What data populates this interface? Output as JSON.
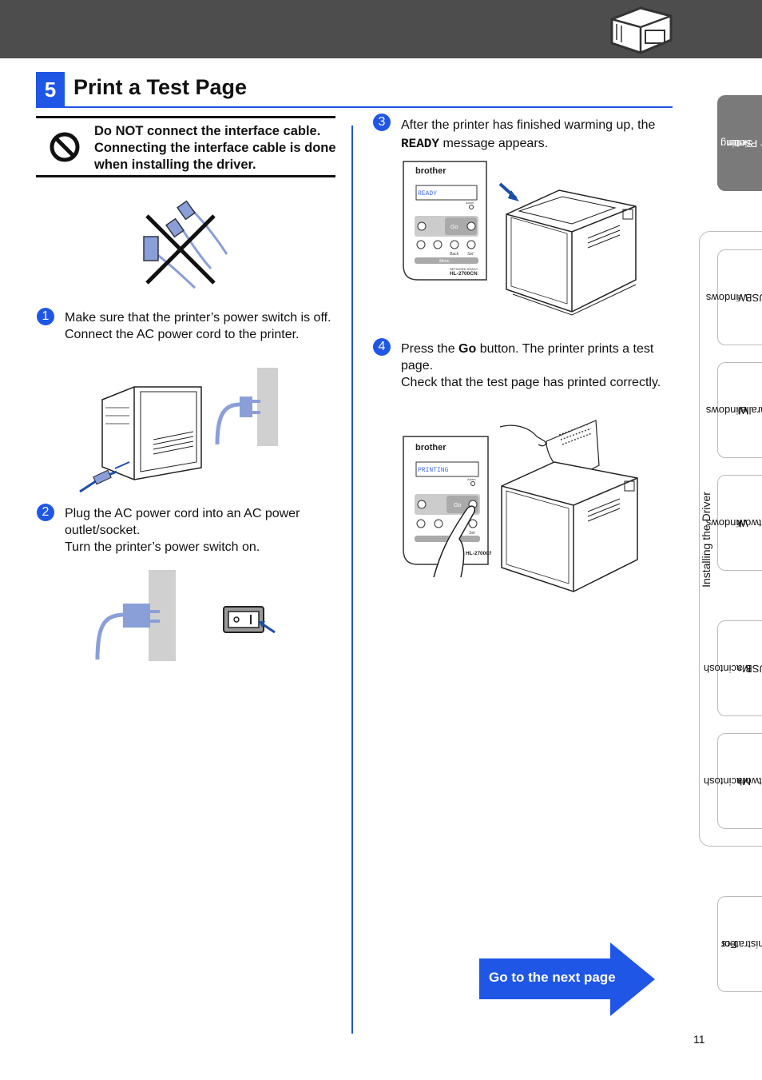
{
  "header": {
    "icon": "printer-icon"
  },
  "section": {
    "number": "5",
    "title": "Print a Test Page"
  },
  "warning": {
    "icon": "prohibited-icon",
    "text": "Do NOT connect the interface cable. Connecting the interface cable is done when installing the driver."
  },
  "steps": [
    {
      "number": "1",
      "lines": [
        "Make sure that the printer’s power switch is off.",
        "Connect the AC power cord to the printer."
      ]
    },
    {
      "number": "2",
      "lines": [
        "Plug the AC power cord into an AC power outlet/socket.",
        "Turn the printer’s power switch on."
      ]
    },
    {
      "number": "3",
      "before": "After the printer has finished warming up, the ",
      "code": "READY",
      "after": " message appears."
    },
    {
      "number": "4",
      "before": "Press the ",
      "bold": "Go",
      "after": " button. The printer prints a test page.",
      "line2": "Check that the test page has printed correctly."
    }
  ],
  "panel": {
    "brand": "brother",
    "lcd_ready": "READY",
    "lcd_printing": "PRINTING",
    "go_label": "Go",
    "back_label": "Back",
    "set_label": "Set",
    "menu_label": "Menu",
    "alarm_label": "Alarm",
    "network_ready": "NETWORK READY",
    "model": "HL-2700CN"
  },
  "side_tabs": {
    "setup": [
      "Setting Up",
      "Your Printer"
    ],
    "win_usb": [
      "Windows",
      "USB"
    ],
    "win_parallel": [
      "Windows",
      "Parallel"
    ],
    "win_network": [
      "Windows",
      "Network"
    ],
    "mac_usb": [
      "Macintosh",
      "USB"
    ],
    "mac_network": [
      "Macintosh",
      "Network"
    ],
    "admin": [
      "For",
      "Administrators"
    ],
    "registered": "®",
    "driver_group": "Installing the Driver"
  },
  "footer": {
    "next_page": "Go to the next page",
    "page_number": "11"
  }
}
